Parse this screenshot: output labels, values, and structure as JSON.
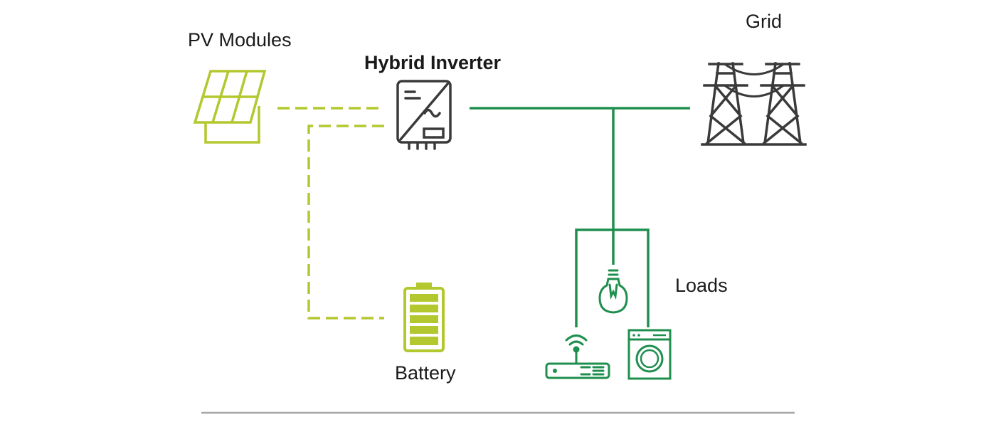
{
  "labels": {
    "pv_modules": "PV Modules",
    "inverter": "Hybrid Inverter",
    "grid": "Grid",
    "loads": "Loads",
    "battery": "Battery"
  },
  "colors": {
    "dc_line": "#b3c72e",
    "ac_line": "#1f8f4e",
    "icon_dark": "#3a3a3a",
    "separator": "#a6a6a6",
    "text": "#1a1a1a"
  },
  "icons": {
    "pv": "solar-panel-icon",
    "inverter": "inverter-icon",
    "grid": "power-tower-icon",
    "battery": "battery-icon",
    "bulb": "light-bulb-icon",
    "router": "wifi-router-icon",
    "washer": "washing-machine-icon"
  }
}
